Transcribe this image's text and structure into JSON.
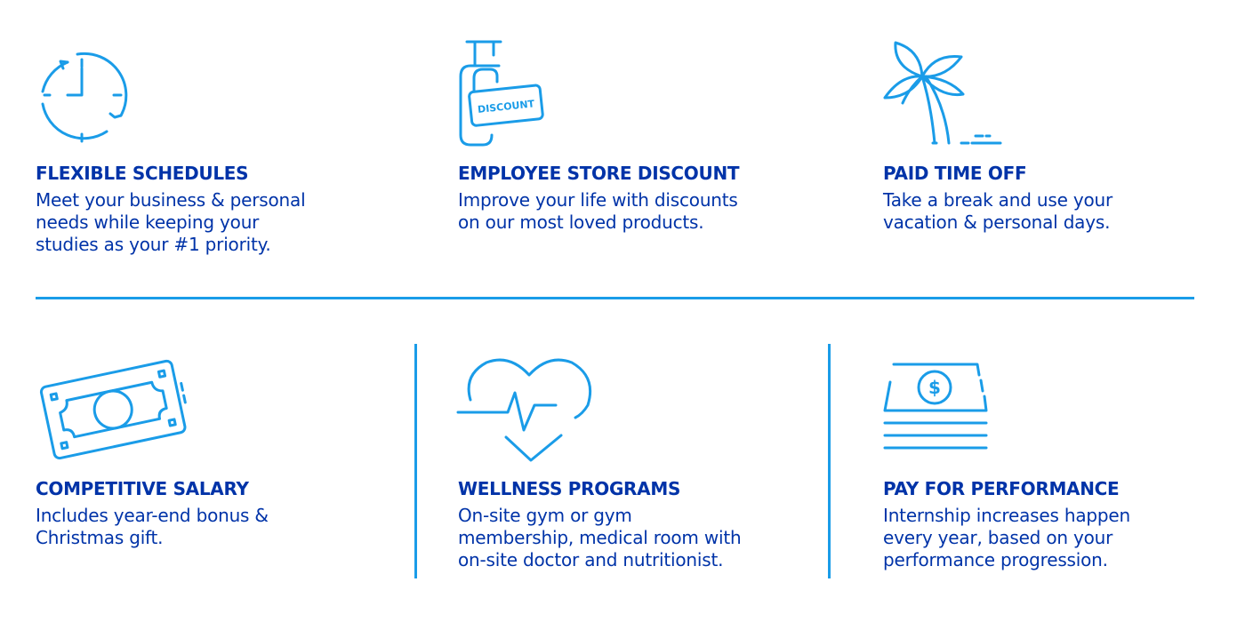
{
  "benefits": [
    {
      "icon": "clock-icon",
      "title": "FLEXIBLE SCHEDULES",
      "description": "Meet your business & personal\nneeds while keeping your\nstudies as your #1 priority."
    },
    {
      "icon": "luggage-discount-icon",
      "icon_label": "DISCOUNT",
      "title": "EMPLOYEE STORE DISCOUNT",
      "description": "Improve your life with discounts\non our most loved products."
    },
    {
      "icon": "palm-tree-icon",
      "title": "PAID TIME OFF",
      "description": "Take a break and use your\nvacation & personal days."
    },
    {
      "icon": "banknote-icon",
      "title": "COMPETITIVE SALARY",
      "description": "Includes year-end bonus &\nChristmas gift."
    },
    {
      "icon": "heart-pulse-icon",
      "title": "WELLNESS PROGRAMS",
      "description": "On-site gym or gym\nmembership, medical room with\non-site doctor and nutritionist."
    },
    {
      "icon": "money-stack-icon",
      "icon_label": "$",
      "title": "PAY FOR PERFORMANCE",
      "description": "Internship increases happen\nevery year, based on your\nperformance progression."
    }
  ],
  "colors": {
    "accent": "#1a9ce8",
    "text": "#0033a8",
    "background": "#ffffff"
  }
}
